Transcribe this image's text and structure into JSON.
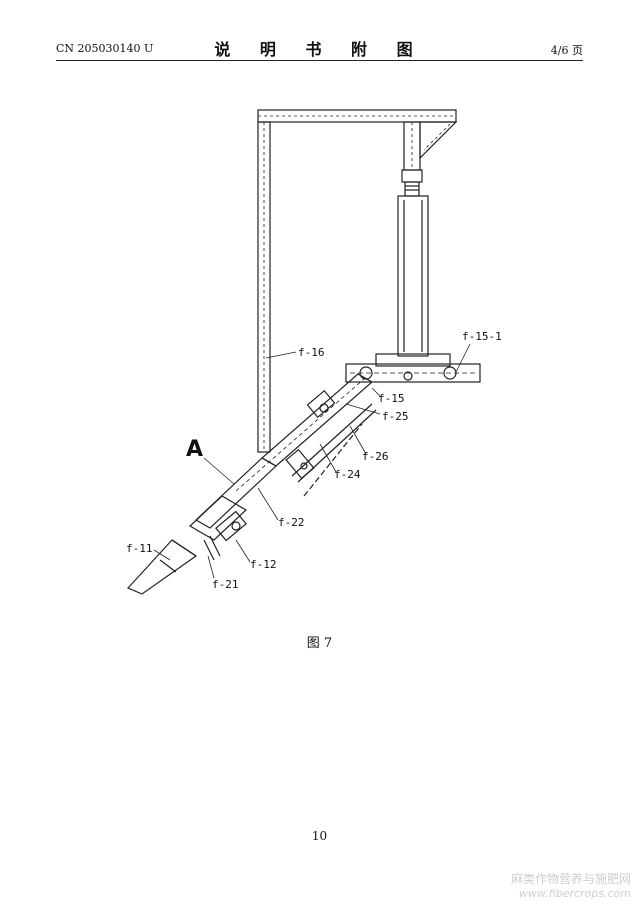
{
  "header": {
    "patent_no": "CN 205030140 U",
    "title": "说 明 书 附 图",
    "page": "4/6 页"
  },
  "figure": {
    "caption": "图 7",
    "labels": {
      "a": "A",
      "f16": "f-16",
      "f15_1": "f-15-1",
      "f15": "f-15",
      "f25": "f-25",
      "f26": "f-26",
      "f24": "f-24",
      "f22": "f-22",
      "f11": "f-11",
      "f12": "f-12",
      "f21": "f-21"
    }
  },
  "page_number": "10",
  "watermark": {
    "name": "麻类作物营养与施肥网",
    "url": "www.fibercrops.com"
  }
}
